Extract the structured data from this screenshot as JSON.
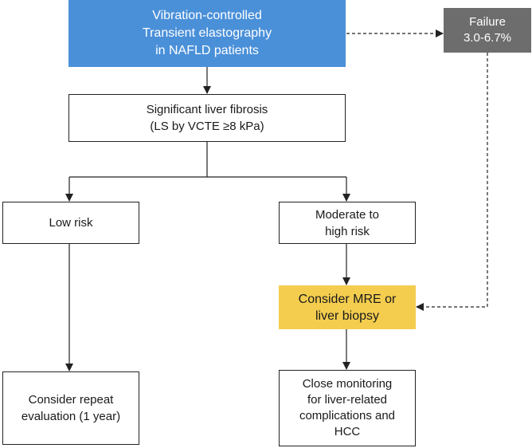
{
  "colors": {
    "start_fill": "#4a90d9",
    "failure_fill": "#6d6d6d",
    "mre_fill": "#f4cd4f",
    "line": "#222222"
  },
  "nodes": {
    "start": {
      "lines": [
        "Vibration-controlled",
        "Transient elastography",
        "in NAFLD patients"
      ]
    },
    "failure": {
      "lines": [
        "Failure",
        "3.0-6.7%"
      ]
    },
    "fibrosis": {
      "lines": [
        "Significant liver fibrosis",
        "(LS by VCTE ≥8 kPa)"
      ]
    },
    "low_risk": {
      "lines": [
        "Low risk"
      ]
    },
    "moderate_risk": {
      "lines": [
        "Moderate to",
        "high risk"
      ]
    },
    "mre": {
      "lines": [
        "Consider MRE or",
        "liver biopsy"
      ]
    },
    "repeat": {
      "lines": [
        "Consider repeat",
        "evaluation (1 year)"
      ]
    },
    "close_monitoring": {
      "lines": [
        "Close monitoring",
        "for liver-related",
        "complications and",
        "HCC"
      ]
    }
  }
}
